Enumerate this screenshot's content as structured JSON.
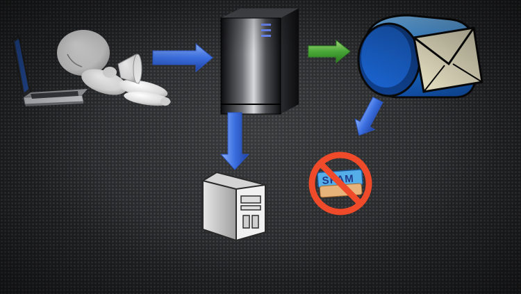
{
  "diagram": {
    "nodes": [
      {
        "id": "laptop",
        "icon": "laptop-icon"
      },
      {
        "id": "spammer",
        "icon": "person-megaphone-icon"
      },
      {
        "id": "mail-server",
        "icon": "server-tower-icon"
      },
      {
        "id": "storage-server",
        "icon": "server-case-icon"
      },
      {
        "id": "mailbox",
        "icon": "mailbox-envelope-icon"
      },
      {
        "id": "spam-filter",
        "icon": "no-spam-icon"
      }
    ],
    "edges": [
      {
        "from": "spammer",
        "to": "mail-server",
        "color": "#3b6fe0"
      },
      {
        "from": "mail-server",
        "to": "mailbox",
        "color": "#4caf3a"
      },
      {
        "from": "mail-server",
        "to": "storage-server",
        "color": "#3b6fe0"
      },
      {
        "from": "mailbox",
        "to": "spam-filter",
        "color": "#3b6fe0"
      }
    ],
    "spam_label": "SPAM",
    "colors": {
      "arrow_blue": "#3b6fe0",
      "arrow_green": "#4caf3a",
      "prohibit_red": "#ef4a2a",
      "mailbox_blue": "#1f7fe0",
      "envelope": "#f5efcf"
    }
  }
}
